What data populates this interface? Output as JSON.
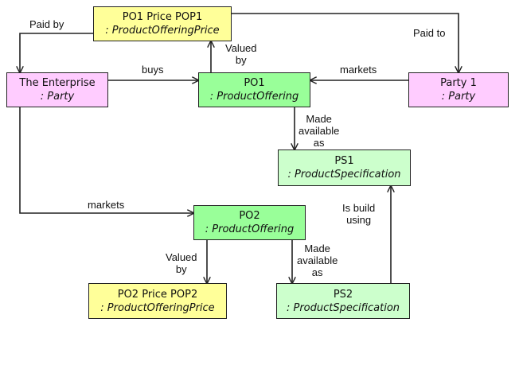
{
  "nodes": {
    "pop1": {
      "name": "PO1 Price POP1",
      "type": ": ProductOfferingPrice"
    },
    "enterprise": {
      "name": "The Enterprise",
      "type": ": Party"
    },
    "po1": {
      "name": "PO1",
      "type": ": ProductOffering"
    },
    "party1": {
      "name": "Party 1",
      "type": ": Party"
    },
    "ps1": {
      "name": "PS1",
      "type": ": ProductSpecification"
    },
    "po2": {
      "name": "PO2",
      "type": ": ProductOffering"
    },
    "pop2": {
      "name": "PO2 Price POP2",
      "type": ": ProductOfferingPrice"
    },
    "ps2": {
      "name": "PS2",
      "type": ": ProductSpecification"
    }
  },
  "edges": {
    "paid_by": [
      "Paid by"
    ],
    "paid_to": [
      "Paid to"
    ],
    "buys": [
      "buys"
    ],
    "valued_by_1": [
      "Valued",
      "by"
    ],
    "markets_1": [
      "markets"
    ],
    "made_available_1": [
      "Made",
      "available",
      "as"
    ],
    "markets_2": [
      "markets"
    ],
    "is_build_using": [
      "Is build",
      "using"
    ],
    "valued_by_2": [
      "Valued",
      "by"
    ],
    "made_available_2": [
      "Made",
      "available",
      "as"
    ]
  },
  "colors": {
    "price": "#ffff99",
    "party": "#ffccff",
    "offering": "#99ff99",
    "specification": "#ccffcc",
    "line": "#222222"
  }
}
